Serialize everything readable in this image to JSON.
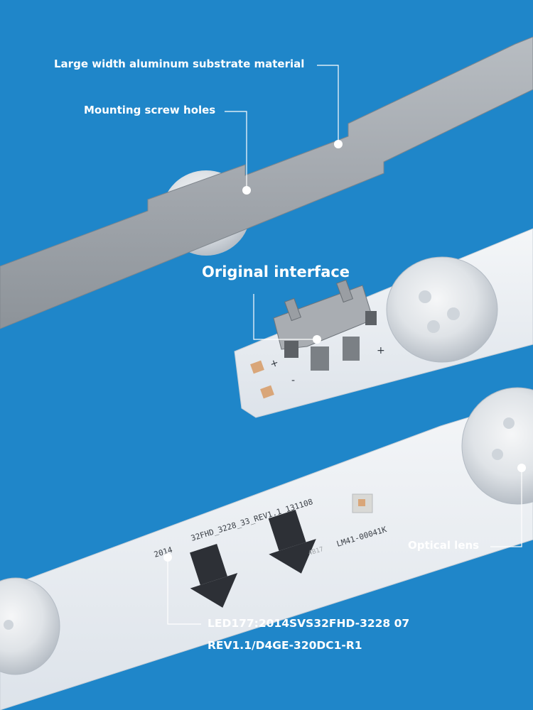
{
  "labels": {
    "substrate": "Large width aluminum substrate material",
    "screw_holes": "Mounting screw holes",
    "interface": "Original interface",
    "optical_lens": "Optical lens",
    "model_line1": "LED177:2014SVS32FHD-3228 07",
    "model_line2": "REV1.1/D4GE-320DC1-R1"
  },
  "board_print": {
    "part_code": "32FHD_3228_33_REV1.1_131108",
    "year": "2014",
    "lm_code": "LM41-00041K",
    "small_mark": "4B17",
    "plus": "+",
    "minus": "-"
  },
  "colors": {
    "background": "#1f86c9",
    "board": "#eef2f6",
    "aluminum": "#9da3aa"
  }
}
